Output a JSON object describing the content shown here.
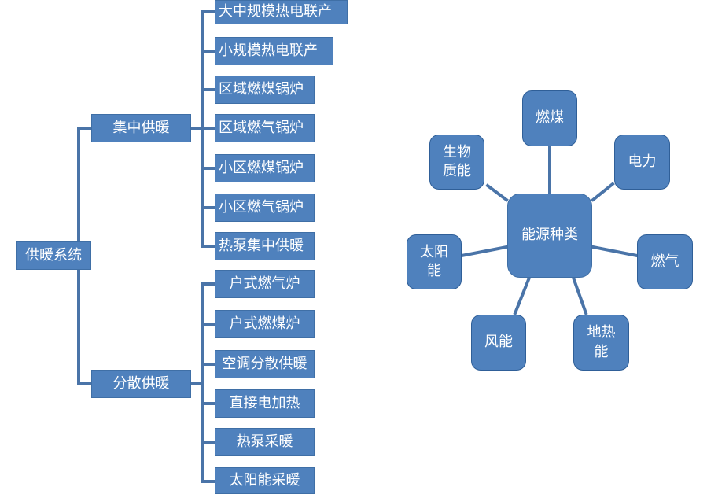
{
  "tree": {
    "root": "供暖系统",
    "central": {
      "label": "集中供暖",
      "children": [
        "大中规模热电联产",
        "小规模热电联产",
        "区域燃煤锅炉",
        "区域燃气锅炉",
        "小区燃煤锅炉",
        "小区燃气锅炉",
        "热泵集中供暖"
      ]
    },
    "distributed": {
      "label": "分散供暖",
      "children": [
        "户式燃气炉",
        "户式燃煤炉",
        "空调分散供暖",
        "直接电加热",
        "热泵采暖",
        "太阳能采暖"
      ]
    }
  },
  "energy": {
    "hub": "能源种类",
    "coal": "燃煤",
    "electricity": "电力",
    "biomass_line1": "生物",
    "biomass_line2": "质能",
    "gas": "燃气",
    "solar_line1": "太阳",
    "solar_line2": "能",
    "geo_line1": "地热",
    "geo_line2": "能",
    "wind": "风能"
  },
  "colors": {
    "box_fill": "#4f81bd",
    "box_border": "#3f6fa6",
    "connector": "#4a74a8",
    "text": "#ffffff"
  }
}
